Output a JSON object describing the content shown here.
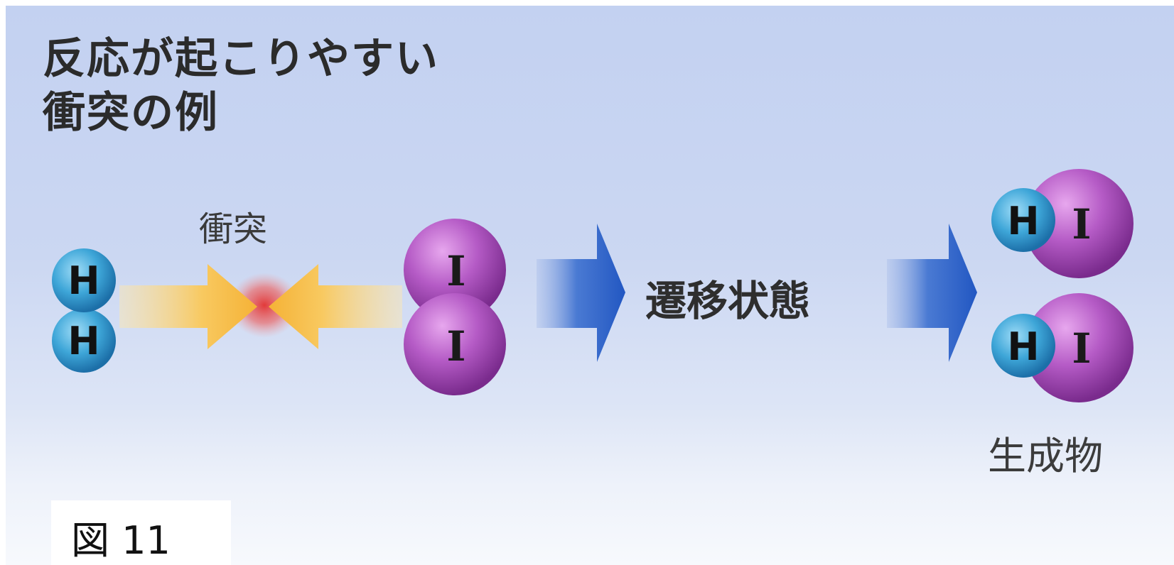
{
  "title": {
    "line1": "反応が起こりやすい",
    "line2": "衝突の例"
  },
  "labels": {
    "collision": "衝突",
    "transition_state": "遷移状態",
    "product": "生成物"
  },
  "atoms": {
    "hydrogen": "H",
    "iodine": "I"
  },
  "figure_label": "図 11",
  "colors": {
    "hydrogen": "#3aa3d6",
    "iodine": "#a44ab7",
    "collision_arrow": "#f6b53c",
    "process_arrow": "#2b67c8",
    "impact": "#e04a4a"
  }
}
